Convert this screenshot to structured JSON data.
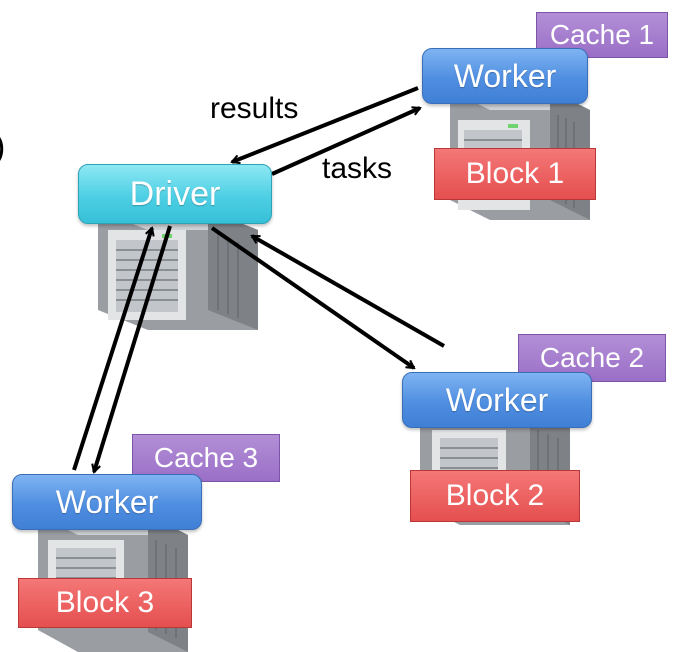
{
  "driver": {
    "label": "Driver"
  },
  "workers": [
    {
      "label": "Worker",
      "cache": "Cache 1",
      "block": "Block 1"
    },
    {
      "label": "Worker",
      "cache": "Cache 2",
      "block": "Block 2"
    },
    {
      "label": "Worker",
      "cache": "Cache 3",
      "block": "Block 3"
    }
  ],
  "edge_labels": {
    "results": "results",
    "tasks": "tasks"
  },
  "partial_glyph": ")",
  "colors": {
    "worker": "#4f8ee0",
    "driver": "#4dcfe4",
    "cache": "#9a6fc7",
    "block": "#e54f4f",
    "arrow": "#000000"
  }
}
